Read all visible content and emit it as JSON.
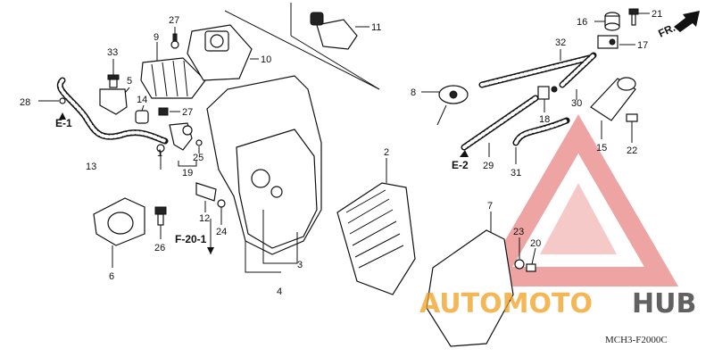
{
  "diagram": {
    "code": "MCH3-F2000C",
    "direction_label": "FR.",
    "watermark": {
      "part1": "AUTOMOTO",
      "part2": "HUB"
    },
    "refs": [
      "E-1",
      "E-2",
      "F-20-1"
    ],
    "part_numbers": [
      "1",
      "2",
      "3",
      "4",
      "5",
      "6",
      "7",
      "8",
      "9",
      "10",
      "11",
      "12",
      "13",
      "14",
      "15",
      "16",
      "17",
      "18",
      "19",
      "20",
      "21",
      "22",
      "23",
      "24",
      "25",
      "26",
      "27",
      "28",
      "29",
      "30",
      "31",
      "32",
      "33"
    ]
  },
  "labels": {
    "n1": "1",
    "n2": "2",
    "n3": "3",
    "n4": "4",
    "n5": "5",
    "n6": "6",
    "n7": "7",
    "n8": "8",
    "n9": "9",
    "n10": "10",
    "n11": "11",
    "n12": "12",
    "n13": "13",
    "n14": "14",
    "n15": "15",
    "n16": "16",
    "n17": "17",
    "n18": "18",
    "n19": "19",
    "n20": "20",
    "n21": "21",
    "n22": "22",
    "n23": "23",
    "n24": "24",
    "n25": "25",
    "n26": "26",
    "n27a": "27",
    "n27b": "27",
    "n28": "28",
    "n29": "29",
    "n30": "30",
    "n31": "31",
    "n32": "32",
    "n33": "33",
    "e1": "E-1",
    "e2": "E-2",
    "f201": "F-20-1"
  }
}
